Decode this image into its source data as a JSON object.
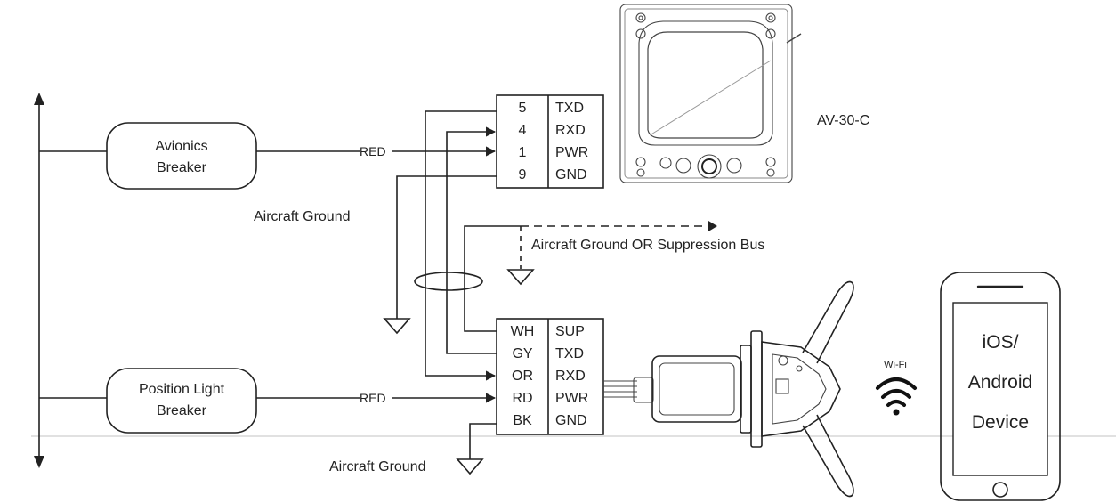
{
  "bus": {
    "avionics_breaker": [
      "Avionics",
      "Breaker"
    ],
    "position_light_breaker": [
      "Position Light",
      "Breaker"
    ]
  },
  "wires": {
    "red_upper": "RED",
    "red_lower": "RED"
  },
  "connector_display": {
    "pins": [
      {
        "num": "5",
        "sig": "TXD"
      },
      {
        "num": "4",
        "sig": "RXD"
      },
      {
        "num": "1",
        "sig": "PWR"
      },
      {
        "num": "9",
        "sig": "GND"
      }
    ]
  },
  "connector_module": {
    "pins": [
      {
        "color": "WH",
        "sig": "SUP"
      },
      {
        "color": "GY",
        "sig": "TXD"
      },
      {
        "color": "OR",
        "sig": "RXD"
      },
      {
        "color": "RD",
        "sig": "PWR"
      },
      {
        "color": "BK",
        "sig": "GND"
      }
    ]
  },
  "labels": {
    "device_name": "AV-30-C",
    "aircraft_ground_upper": "Aircraft Ground",
    "aircraft_ground_or_suppression": "Aircraft Ground OR Suppression Bus",
    "aircraft_ground_lower": "Aircraft Ground",
    "wifi": "Wi-Fi",
    "phone": [
      "iOS/",
      "Android",
      "Device"
    ]
  },
  "icons": {
    "display": "av30-display-icon",
    "wifi_module": "wifi-module-icon",
    "wifi": "wifi-icon",
    "phone": "smartphone-icon",
    "ground": "ground-symbol-icon"
  }
}
